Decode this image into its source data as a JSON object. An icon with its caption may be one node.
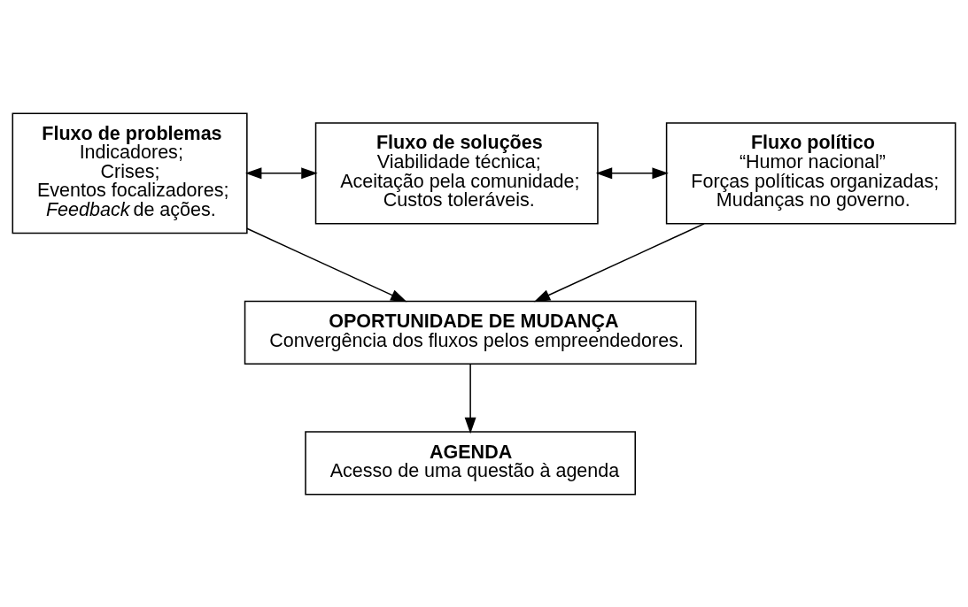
{
  "diagram": {
    "nodes": [
      {
        "text": [
          "Fluxo de problemas",
          "Indicadores;",
          "Crises;",
          "Eventos focalizadores;",
          "*Feedback* de ações."
        ]
      },
      {
        "text": [
          "Fluxo de soluções",
          "Viabilidade técnica;",
          "Aceitação pela comunidade;",
          "Custos toleráveis."
        ]
      },
      {
        "text": [
          "Fluxo político",
          "“Humor nacional”",
          "Forças políticas organizadas;",
          "Mudanças no governo."
        ]
      },
      {
        "text": [
          "OPORTUNIDADE DE MUDANÇA",
          "Convergência dos fluxos pelos empreendedores."
        ]
      },
      {
        "text": [
          "AGENDA",
          "Acesso de uma questão à agenda"
        ]
      }
    ],
    "edges": [
      {
        "from": 0,
        "to": 1,
        "arrow": "both"
      },
      {
        "from": 1,
        "to": 2,
        "arrow": "both"
      },
      {
        "from": 0,
        "to": 3,
        "arrow": "to"
      },
      {
        "from": 2,
        "to": 3,
        "arrow": "to"
      },
      {
        "from": 3,
        "to": 4,
        "arrow": "to"
      }
    ]
  }
}
